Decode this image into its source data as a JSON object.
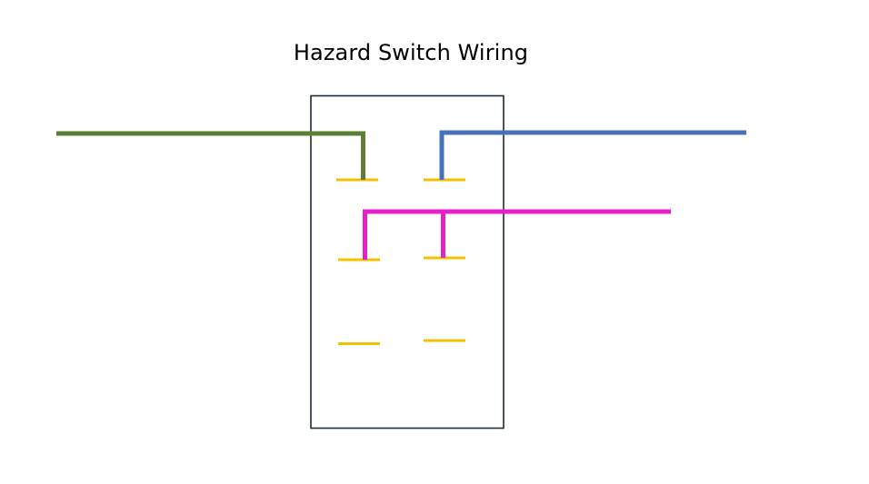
{
  "title": "Hazard Switch Wiring",
  "colors": {
    "switch_outline": "#1a2b3a",
    "terminal": "#f2c200",
    "wire_green": "#5b7f34",
    "wire_blue": "#4672bd",
    "wire_magenta": "#e81fc8"
  },
  "wires": [
    {
      "name": "green-wire",
      "color_key": "wire_green"
    },
    {
      "name": "blue-wire",
      "color_key": "wire_blue"
    },
    {
      "name": "magenta-wire",
      "color_key": "wire_magenta"
    }
  ]
}
